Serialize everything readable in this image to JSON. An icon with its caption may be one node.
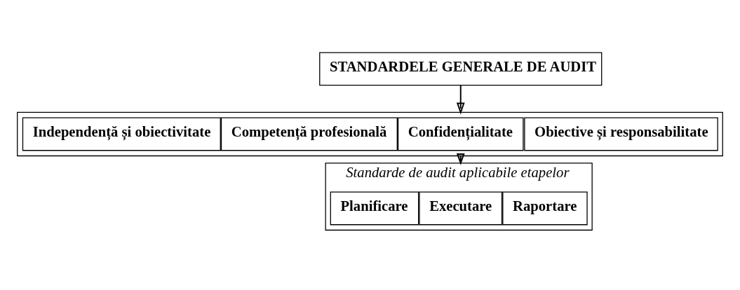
{
  "diagram": {
    "nodes": [
      {
        "text": [
          "STANDARDELE GENERALE DE AUDIT"
        ]
      },
      {
        "text": [],
        "shape": "box"
      },
      {
        "text": [
          "Independență și obiectivitate"
        ],
        "in": 1
      },
      {
        "text": [
          "Competență profesională"
        ],
        "in": 1
      },
      {
        "text": [
          "Confidențialitate"
        ],
        "in": 1
      },
      {
        "text": [
          "Obiective și responsabilitate"
        ],
        "in": 1
      },
      {
        "text": [
          "Standarde de audit aplicabile etapelor"
        ]
      },
      {
        "text": [
          "Planificare"
        ],
        "in": 6
      },
      {
        "text": [
          "Executare"
        ],
        "in": 6
      },
      {
        "text": [
          "Raportare"
        ],
        "in": 6
      }
    ],
    "edges": [
      {
        "from": 0,
        "to": 1,
        "arrow": "to"
      },
      {
        "from": 1,
        "to": 6,
        "arrow": "to"
      }
    ]
  }
}
